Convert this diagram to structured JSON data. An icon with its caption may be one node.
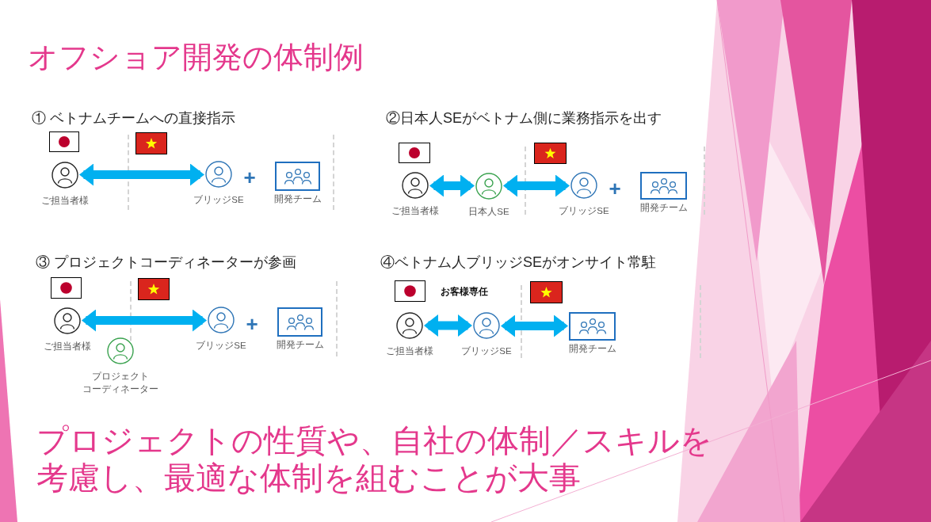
{
  "diagram": {
    "title": "オフショア開発の体制例",
    "caption": "プロジェクトの性質や、自社の体制／スキルを考慮し、最適な体制を組むことが大事",
    "nodes": [
      {
        "text": [
          "ご担当者様"
        ]
      },
      {
        "text": [
          "ブリッジSE"
        ]
      },
      {
        "text": [
          "開発チーム"
        ]
      },
      {
        "text": [
          "ご担当者様"
        ]
      },
      {
        "text": [
          "日本人SE"
        ]
      },
      {
        "text": [
          "ブリッジSE"
        ]
      },
      {
        "text": [
          "開発チーム"
        ]
      },
      {
        "text": [
          "ご担当者様"
        ]
      },
      {
        "text": [
          "ブリッジSE"
        ]
      },
      {
        "text": [
          "開発チーム"
        ]
      },
      {
        "text": [
          "プロジェクトコーディネーター"
        ]
      },
      {
        "text": [
          "ご担当者様"
        ]
      },
      {
        "text": [
          "ブリッジSE"
        ],
        "beside": [
          "お客様専任"
        ]
      },
      {
        "text": [
          "開発チーム"
        ]
      }
    ],
    "edges": [
      {
        "from": 0,
        "to": 1,
        "arrow": "both"
      },
      {
        "from": 3,
        "to": 4,
        "arrow": "both"
      },
      {
        "from": 4,
        "to": 5,
        "arrow": "both"
      },
      {
        "from": 7,
        "to": 8,
        "arrow": "both"
      },
      {
        "from": 11,
        "to": 12,
        "arrow": "both"
      },
      {
        "from": 12,
        "to": 13,
        "arrow": "both"
      }
    ],
    "labels": [
      "① ベトナムチームへの直接指示",
      "②日本人SEがベトナム側に業務指示を出す",
      "+",
      "+",
      "③ プロジェクトコーディネーターが参画",
      "④ベトナム人ブリッジSEがオンサイト常駐",
      "+"
    ]
  }
}
